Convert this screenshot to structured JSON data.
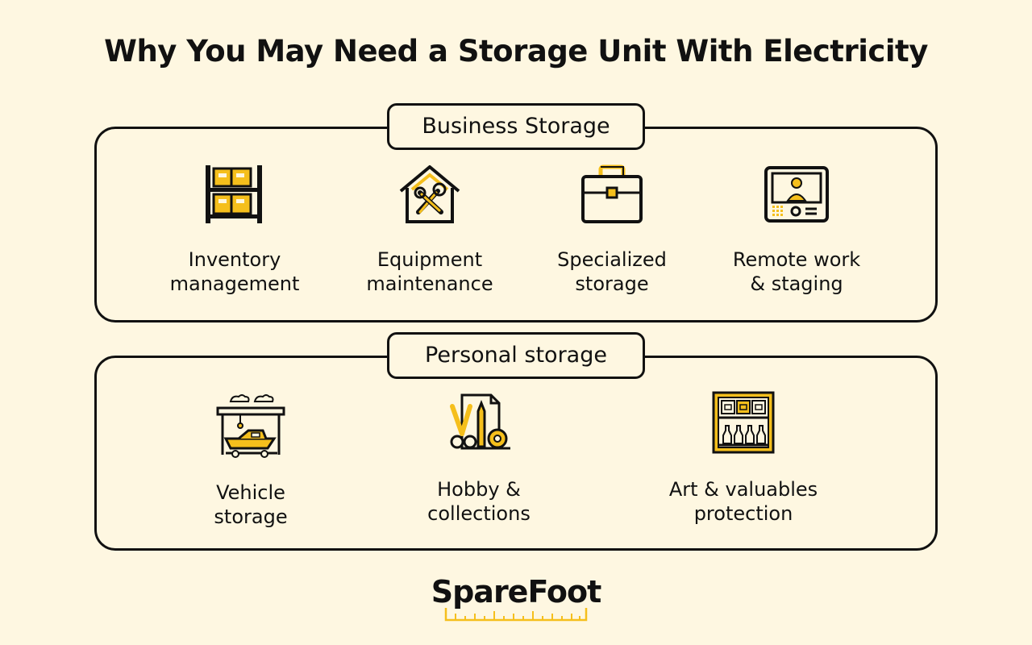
{
  "title": "Why You May Need a Storage Unit With Electricity",
  "colors": {
    "background": "#fef7e1",
    "accent": "#f5bf1c",
    "ink": "#111111"
  },
  "sections": [
    {
      "label": "Business Storage",
      "items": [
        {
          "icon": "shelving-boxes-icon",
          "caption": "Inventory\nmanagement"
        },
        {
          "icon": "house-tools-icon",
          "caption": "Equipment\nmaintenance"
        },
        {
          "icon": "briefcase-icon",
          "caption": "Specialized\nstorage"
        },
        {
          "icon": "video-monitor-icon",
          "caption": "Remote work\n& staging"
        }
      ]
    },
    {
      "label": "Personal storage",
      "items": [
        {
          "icon": "boat-garage-icon",
          "caption": "Vehicle\nstorage"
        },
        {
          "icon": "hobby-supplies-icon",
          "caption": "Hobby &\ncollections"
        },
        {
          "icon": "display-cabinet-icon",
          "caption": "Art & valuables\nprotection"
        }
      ]
    }
  ],
  "logo": {
    "text": "SpareFoot"
  }
}
